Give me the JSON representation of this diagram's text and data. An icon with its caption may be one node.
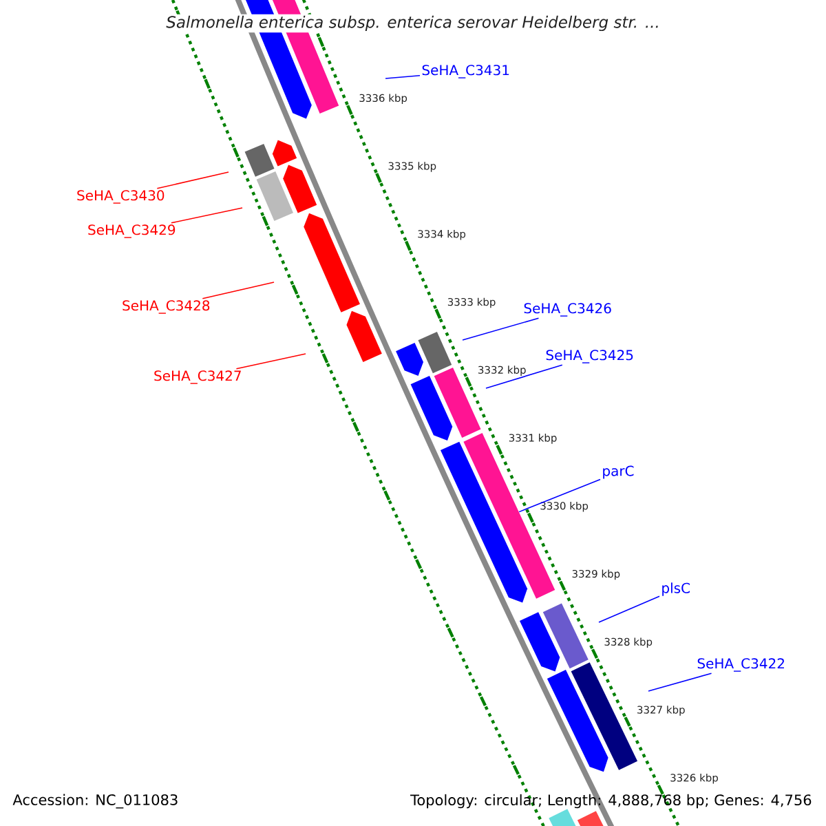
{
  "diagram": {
    "title": "Salmonella enterica subsp. enterica serovar Heidelberg str. ...",
    "nodes": [
      {
        "text": [
          "SeHA_C3431"
        ]
      },
      {
        "text": [
          "SeHA_C3430"
        ]
      },
      {
        "text": [
          "SeHA_C3429"
        ]
      },
      {
        "text": [
          "SeHA_C3428"
        ]
      },
      {
        "text": [
          "SeHA_C3426"
        ]
      },
      {
        "text": [
          "SeHA_C3425"
        ]
      },
      {
        "text": [
          "SeHA_C3427"
        ]
      },
      {
        "text": [
          "parC"
        ]
      },
      {
        "text": [
          "plsC"
        ]
      },
      {
        "text": [
          "SeHA_C3422"
        ]
      },
      {
        "text": [],
        "shape": "bar"
      }
    ],
    "edges": [
      {
        "from": 0,
        "to": null,
        "arrow": "none"
      },
      {
        "from": 1,
        "to": null,
        "arrow": "none",
        "color": "#ff0000"
      },
      {
        "from": 2,
        "to": null,
        "arrow": "none",
        "color": "#ff0000"
      },
      {
        "from": 3,
        "to": null,
        "arrow": "none",
        "color": "#ff0000"
      },
      {
        "from": 4,
        "to": null,
        "arrow": "none"
      },
      {
        "from": 5,
        "to": null,
        "arrow": "none"
      },
      {
        "from": 6,
        "to": null,
        "arrow": "none",
        "color": "#ff0000"
      },
      {
        "from": 7,
        "to": 10,
        "arrow": "none"
      },
      {
        "from": 8,
        "to": null,
        "arrow": "none"
      },
      {
        "from": 9,
        "to": null,
        "arrow": "none"
      }
    ],
    "labels": [
      "3336 kbp",
      "3335 kbp",
      "3334 kbp",
      "3333 kbp",
      "3332 kbp",
      "3331 kbp",
      "3330 kbp",
      "3329 kbp",
      "3328 kbp",
      "3327 kbp",
      "3326 kbp",
      "Accession: NC_011083",
      "Topology: circular; Length: 4,888,768 bp; Genes: 4,756"
    ]
  }
}
